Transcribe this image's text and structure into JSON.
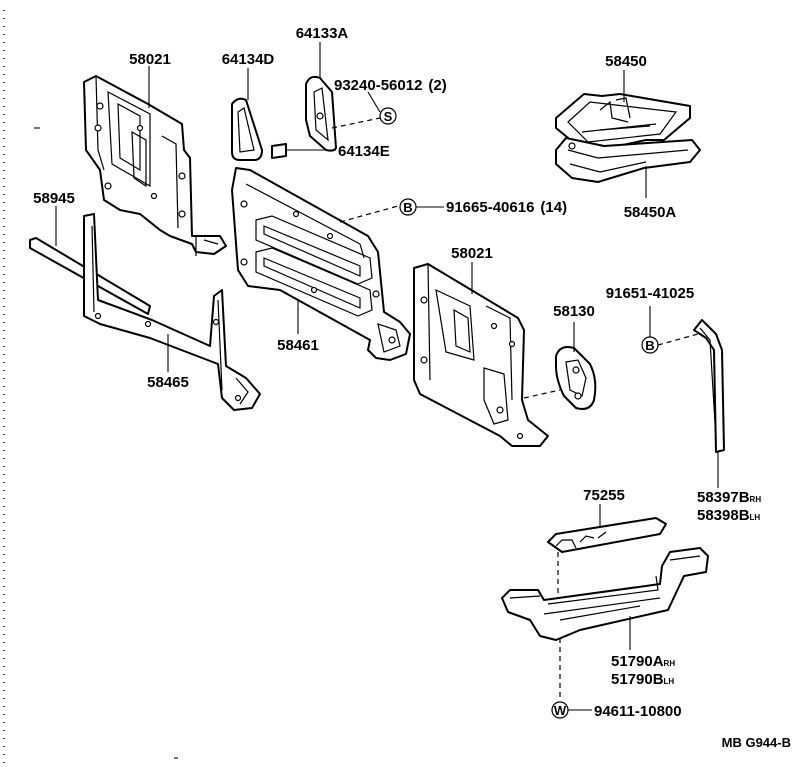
{
  "diagram_id": "MB G944-B",
  "parts": [
    {
      "id": "p58021a",
      "code": "58021"
    },
    {
      "id": "p64134d",
      "code": "64134D"
    },
    {
      "id": "p64133a",
      "code": "64133A"
    },
    {
      "id": "p93240",
      "code": "93240-56012",
      "qty": "(2)"
    },
    {
      "id": "p64134e",
      "code": "64134E"
    },
    {
      "id": "p58450",
      "code": "58450"
    },
    {
      "id": "p58450a",
      "code": "58450A"
    },
    {
      "id": "p58945",
      "code": "58945"
    },
    {
      "id": "p91665",
      "code": "91665-40616",
      "qty": "(14)"
    },
    {
      "id": "p58021b",
      "code": "58021"
    },
    {
      "id": "p91651",
      "code": "91651-41025"
    },
    {
      "id": "p58130",
      "code": "58130"
    },
    {
      "id": "p58461",
      "code": "58461"
    },
    {
      "id": "p58465",
      "code": "58465"
    },
    {
      "id": "p75255",
      "code": "75255"
    },
    {
      "id": "p58397b",
      "code": "58397B",
      "side": "RH"
    },
    {
      "id": "p58398b",
      "code": "58398B",
      "side": "LH"
    },
    {
      "id": "p51790a",
      "code": "51790A",
      "side": "RH"
    },
    {
      "id": "p51790b",
      "code": "51790B",
      "side": "LH"
    },
    {
      "id": "p94611",
      "code": "94611-10800"
    }
  ],
  "symbols": {
    "screw": "S",
    "bolt": "B",
    "washer": "W"
  }
}
